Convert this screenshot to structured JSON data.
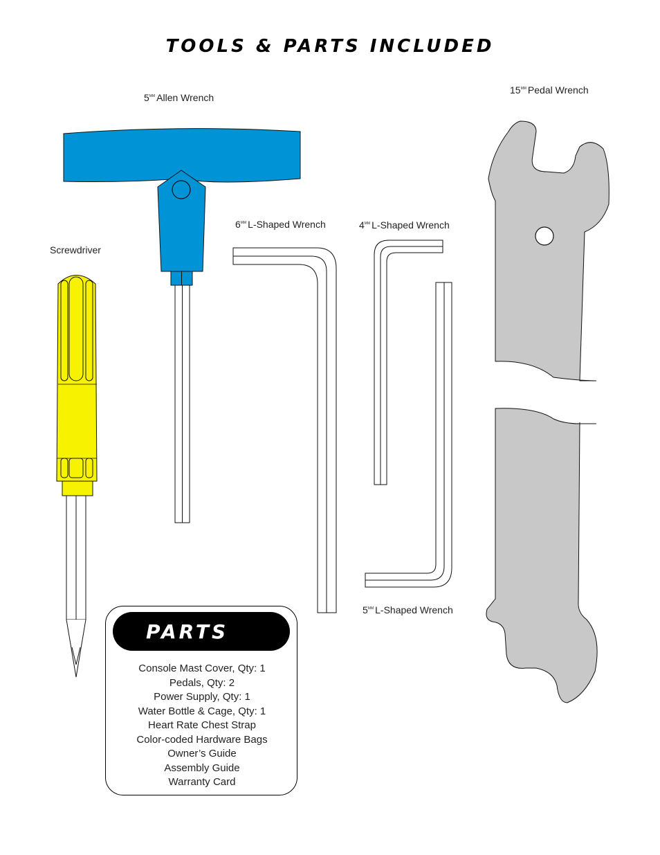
{
  "page": {
    "title": "TOOLS & PARTS INCLUDED"
  },
  "tools": {
    "allen_wrench": {
      "size": "5",
      "unit": "MM",
      "name": "Allen Wrench",
      "color": "#0094d6"
    },
    "pedal_wrench": {
      "size": "15",
      "unit": "MM",
      "name": "Pedal Wrench",
      "color": "#c8c8c8"
    },
    "six_l_wrench": {
      "size": "6",
      "unit": "MM",
      "name": "L-Shaped Wrench"
    },
    "four_l_wrench": {
      "size": "4",
      "unit": "MM",
      "name": "L-Shaped Wrench"
    },
    "five_l_wrench": {
      "size": "5",
      "unit": "MM",
      "name": "L-Shaped Wrench"
    },
    "screwdriver": {
      "name": "Screwdriver",
      "color": "#f7f200"
    }
  },
  "parts_box": {
    "title": "PARTS BOX",
    "items": [
      "Console Mast Cover, Qty: 1",
      "Pedals, Qty: 2",
      "Power Supply, Qty: 1",
      "Water Bottle & Cage, Qty: 1",
      "Heart Rate Chest Strap",
      "Color-coded Hardware Bags",
      "Owner’s Guide",
      "Assembly Guide",
      "Warranty Card"
    ]
  }
}
